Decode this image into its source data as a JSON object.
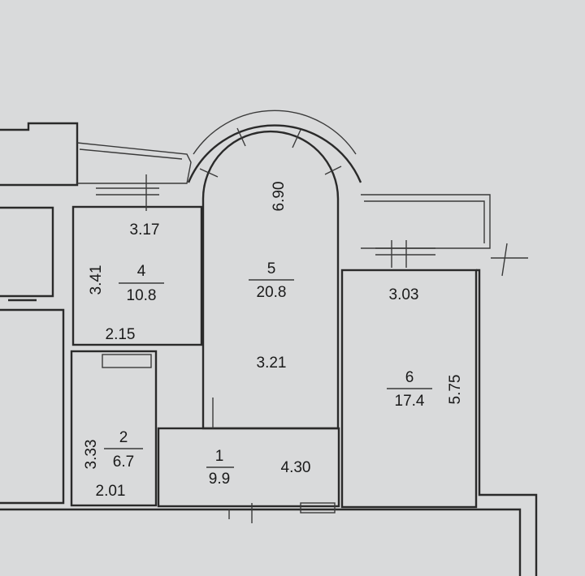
{
  "rooms": [
    {
      "number": "1",
      "area": "9.9",
      "dims": [
        "4.30"
      ]
    },
    {
      "number": "2",
      "area": "6.7",
      "dims": [
        "3.33",
        "2.01",
        "2.15"
      ]
    },
    {
      "number": "4",
      "area": "10.8",
      "dims": [
        "3.41",
        "3.17"
      ]
    },
    {
      "number": "5",
      "area": "20.8",
      "dims": [
        "6.90",
        "3.21"
      ]
    },
    {
      "number": "6",
      "area": "17.4",
      "dims": [
        "5.75",
        "3.03"
      ]
    }
  ],
  "colors": {
    "background": "#d9dadb",
    "walls": "#2a2a2a",
    "text": "#1a1a1a"
  }
}
